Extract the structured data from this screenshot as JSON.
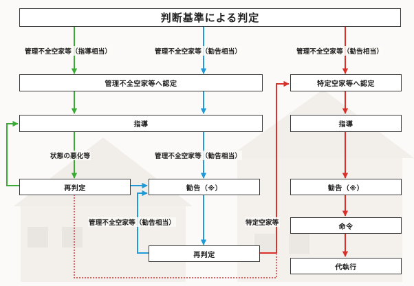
{
  "title": "判断基準による判定",
  "boxes": {
    "nintei": "管理不全空家等へ認定",
    "shido": "指導",
    "saihantei_left": "再判定",
    "kankoku": "勧告（※）",
    "saihantei_mid": "再判定",
    "tokutei_nintei": "特定空家等へ認定",
    "tokutei_shido": "指導",
    "tokutei_kankoku": "勧告（※）",
    "meirei": "命令",
    "daishikko": "代執行"
  },
  "labels": {
    "green_top": "管理不全空家等（指導相当）",
    "blue_top": "管理不全空家等（勧告相当）",
    "red_top": "管理不全空家等（勧告相当）",
    "worsening": "状態の悪化等",
    "blue_mid": "管理不全空家等（勧告相当）",
    "blue_low": "管理不全空家等（勧告相当）",
    "tokutei_arrow": "特定空家等"
  },
  "colors": {
    "green": "#3aaa35",
    "blue": "#1f9ad6",
    "red": "#d9302b",
    "box_border": "#3a3a3a"
  }
}
